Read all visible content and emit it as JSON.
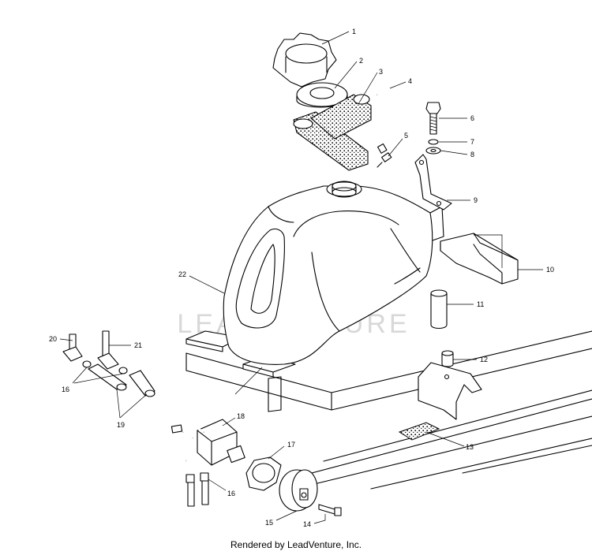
{
  "watermark": "LEADVENTURE",
  "footer": "Rendered by LeadVenture, Inc.",
  "callouts": [
    {
      "id": "1",
      "label": "1"
    },
    {
      "id": "2",
      "label": "2"
    },
    {
      "id": "3",
      "label": "3"
    },
    {
      "id": "4",
      "label": "4"
    },
    {
      "id": "5",
      "label": "5"
    },
    {
      "id": "6",
      "label": "6"
    },
    {
      "id": "7",
      "label": "7"
    },
    {
      "id": "8",
      "label": "8"
    },
    {
      "id": "9",
      "label": "9"
    },
    {
      "id": "10",
      "label": "10"
    },
    {
      "id": "11",
      "label": "11"
    },
    {
      "id": "12",
      "label": "12"
    },
    {
      "id": "13",
      "label": "13"
    },
    {
      "id": "14",
      "label": "14"
    },
    {
      "id": "15",
      "label": "15"
    },
    {
      "id": "16a",
      "label": "16"
    },
    {
      "id": "16b",
      "label": "16"
    },
    {
      "id": "17",
      "label": "17"
    },
    {
      "id": "18",
      "label": "18"
    },
    {
      "id": "19",
      "label": "19"
    },
    {
      "id": "20",
      "label": "20"
    },
    {
      "id": "21",
      "label": "21"
    },
    {
      "id": "22",
      "label": "22"
    }
  ]
}
